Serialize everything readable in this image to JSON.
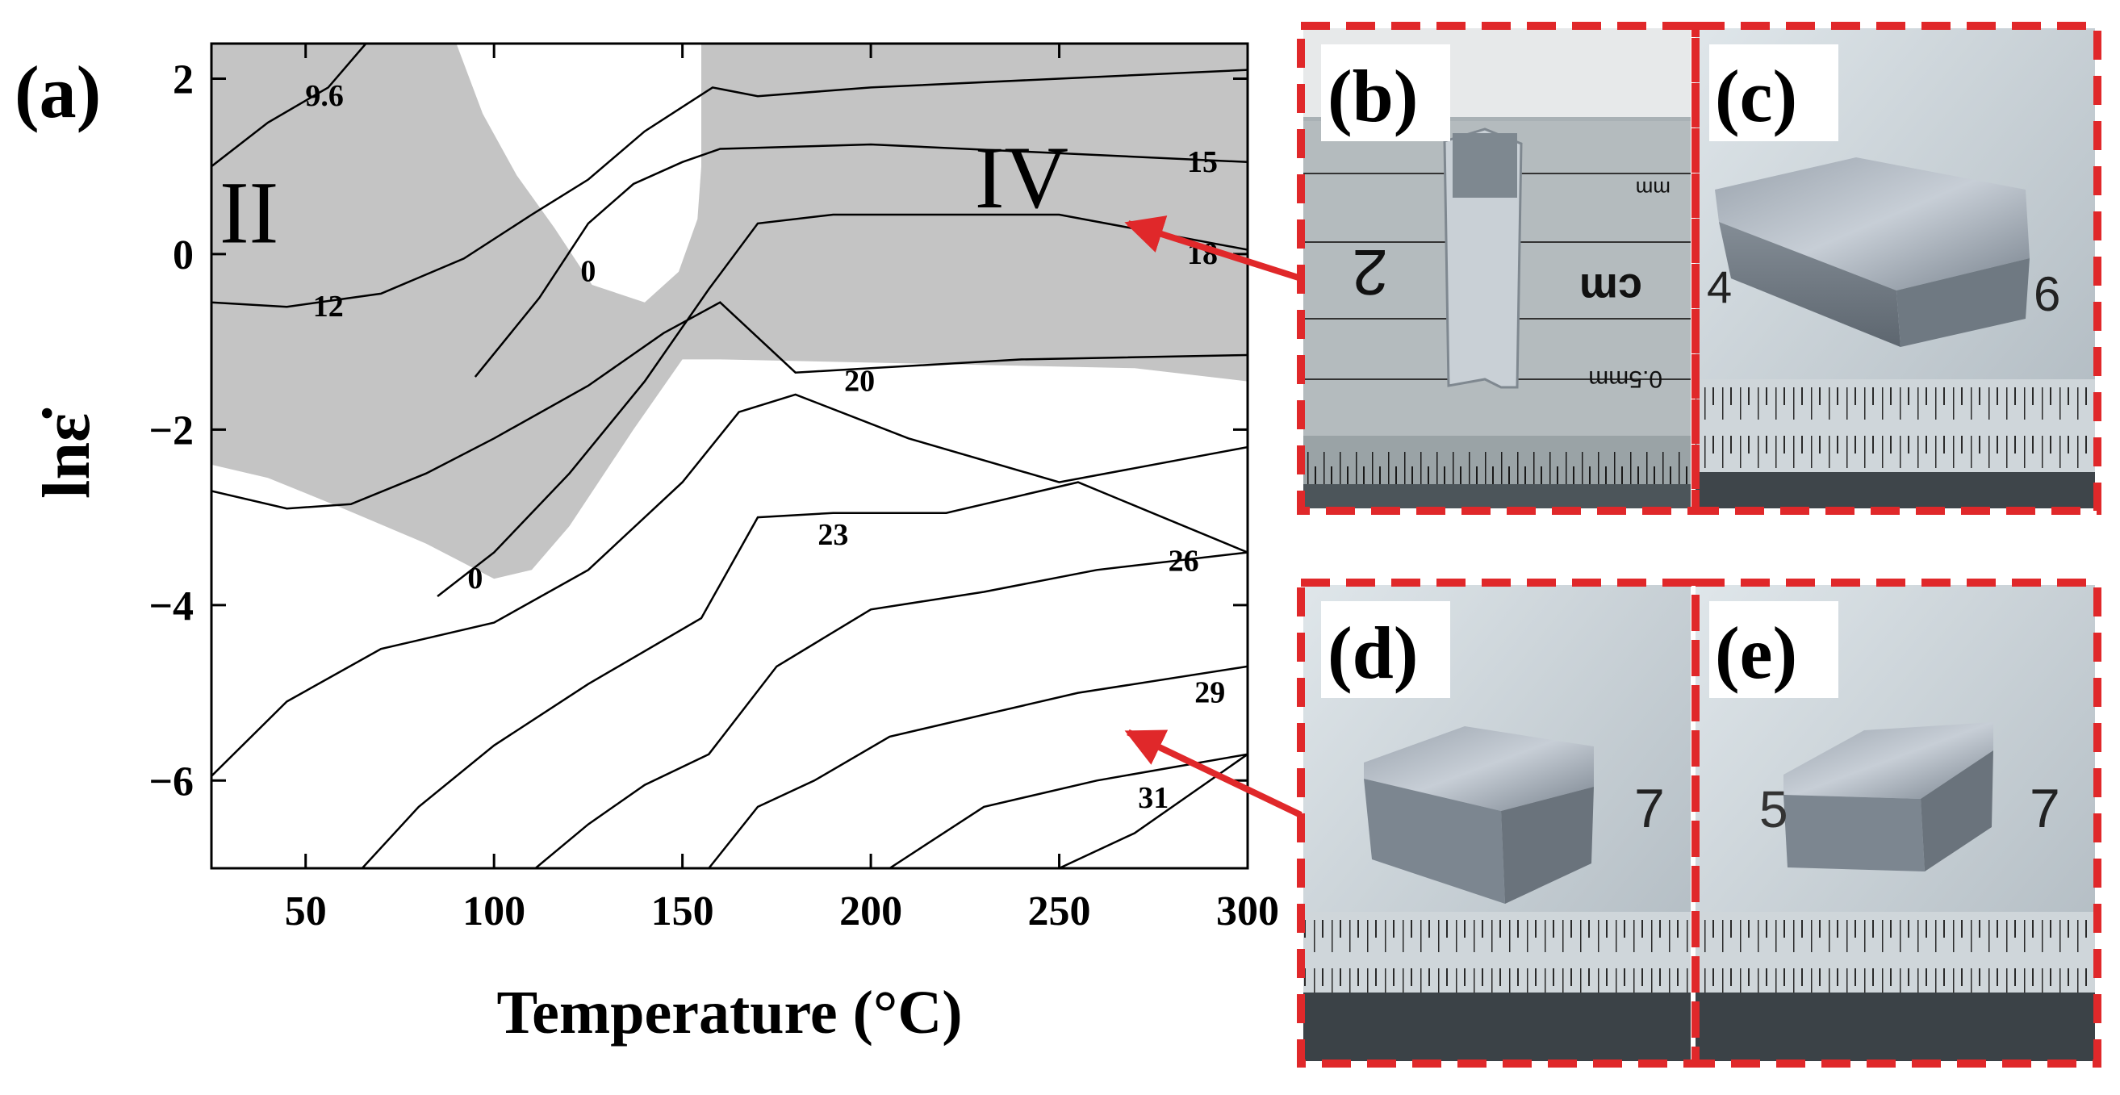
{
  "panel_labels": {
    "a": "(a)",
    "b": "(b)",
    "c": "(c)",
    "d": "(d)",
    "e": "(e)"
  },
  "photo_ruler_text": {
    "b": [
      "2",
      "cm",
      "0.5mm",
      "mm"
    ],
    "c": [
      "4",
      "6"
    ],
    "d": [
      "7"
    ],
    "e": [
      "5",
      "7"
    ]
  },
  "colors": {
    "unstable_region": "#c4c4c4",
    "contour": "#000000",
    "arrow": "#e0282a",
    "frame": "#e0282a"
  },
  "chart_data": {
    "type": "contour",
    "title": "",
    "xlabel": "Temperature (°C)",
    "ylabel": "lnε̇",
    "xlim": [
      25,
      300
    ],
    "ylim": [
      -7,
      2.4
    ],
    "xticks": [
      50,
      100,
      150,
      200,
      250,
      300
    ],
    "yticks": [
      2,
      0,
      -2,
      -4,
      -6
    ],
    "ytick_labels": [
      "2",
      "0",
      "−2",
      "−4",
      "−6"
    ],
    "grid": false,
    "region_labels": [
      {
        "text": "II",
        "x": 35,
        "y": 0.5
      },
      {
        "text": "IV",
        "x": 240,
        "y": 0.9
      }
    ],
    "unstable_regions": [
      {
        "name": "shaded",
        "points": [
          [
            25,
            2.4
          ],
          [
            90,
            2.4
          ],
          [
            97,
            1.6
          ],
          [
            106,
            0.9
          ],
          [
            116,
            0.3
          ],
          [
            126,
            -0.35
          ],
          [
            140,
            -0.55
          ],
          [
            149,
            -0.2
          ],
          [
            154,
            0.4
          ],
          [
            155,
            1.0
          ],
          [
            155,
            2.4
          ],
          [
            300,
            2.4
          ],
          [
            300,
            -1.45
          ],
          [
            270,
            -1.3
          ],
          [
            160,
            -1.2
          ],
          [
            150,
            -1.2
          ],
          [
            137,
            -2.0
          ],
          [
            120,
            -3.1
          ],
          [
            110,
            -3.6
          ],
          [
            100,
            -3.7
          ],
          [
            82,
            -3.3
          ],
          [
            60,
            -2.9
          ],
          [
            40,
            -2.55
          ],
          [
            25,
            -2.4
          ]
        ]
      }
    ],
    "contours": [
      {
        "level": "9.6",
        "label_at": [
          55,
          1.8
        ],
        "points": [
          [
            25,
            1.0
          ],
          [
            40,
            1.5
          ],
          [
            56,
            1.9
          ],
          [
            66,
            2.4
          ]
        ]
      },
      {
        "level": "12",
        "label_at": [
          56,
          -0.6
        ],
        "points": [
          [
            25,
            -0.55
          ],
          [
            45,
            -0.6
          ],
          [
            70,
            -0.45
          ],
          [
            92,
            -0.05
          ],
          [
            110,
            0.45
          ],
          [
            125,
            0.85
          ],
          [
            140,
            1.4
          ],
          [
            158,
            1.9
          ],
          [
            170,
            1.8
          ],
          [
            200,
            1.9
          ],
          [
            250,
            2.0
          ],
          [
            300,
            2.1
          ]
        ]
      },
      {
        "level": "15",
        "label_at": [
          288,
          1.05
        ],
        "points": [
          [
            95,
            -1.4
          ],
          [
            112,
            -0.5
          ],
          [
            125,
            0.35
          ],
          [
            137,
            0.8
          ],
          [
            150,
            1.05
          ],
          [
            160,
            1.2
          ],
          [
            200,
            1.25
          ],
          [
            250,
            1.15
          ],
          [
            300,
            1.05
          ]
        ]
      },
      {
        "level": "0",
        "label_at": [
          125,
          -0.2
        ],
        "points": []
      },
      {
        "level": "18",
        "label_at": [
          288,
          0.0
        ],
        "points": [
          [
            85,
            -3.9
          ],
          [
            100,
            -3.4
          ],
          [
            120,
            -2.5
          ],
          [
            140,
            -1.45
          ],
          [
            157,
            -0.4
          ],
          [
            170,
            0.35
          ],
          [
            190,
            0.45
          ],
          [
            250,
            0.45
          ],
          [
            300,
            0.05
          ]
        ]
      },
      {
        "level": "20",
        "label_at": [
          197,
          -1.45
        ],
        "points": [
          [
            25,
            -2.7
          ],
          [
            45,
            -2.9
          ],
          [
            62,
            -2.85
          ],
          [
            82,
            -2.5
          ],
          [
            100,
            -2.1
          ],
          [
            125,
            -1.5
          ],
          [
            145,
            -0.9
          ],
          [
            160,
            -0.55
          ],
          [
            180,
            -1.35
          ],
          [
            200,
            -1.3
          ],
          [
            240,
            -1.2
          ],
          [
            300,
            -1.15
          ]
        ]
      },
      {
        "level": "23",
        "label_at": [
          190,
          -3.2
        ],
        "points": [
          [
            25,
            -5.95
          ],
          [
            45,
            -5.1
          ],
          [
            70,
            -4.5
          ],
          [
            100,
            -4.2
          ],
          [
            125,
            -3.6
          ],
          [
            150,
            -2.6
          ],
          [
            165,
            -1.8
          ],
          [
            180,
            -1.6
          ],
          [
            210,
            -2.1
          ],
          [
            250,
            -2.6
          ],
          [
            300,
            -2.2
          ]
        ]
      },
      {
        "level": "26",
        "label_at": [
          283,
          -3.5
        ],
        "points": [
          [
            65,
            -7.0
          ],
          [
            80,
            -6.3
          ],
          [
            100,
            -5.6
          ],
          [
            125,
            -4.9
          ],
          [
            155,
            -4.15
          ],
          [
            170,
            -3.0
          ],
          [
            190,
            -2.95
          ],
          [
            220,
            -2.95
          ],
          [
            255,
            -2.6
          ],
          [
            300,
            -3.4
          ]
        ]
      },
      {
        "level": "0",
        "label_at": [
          95,
          -3.7
        ],
        "points": []
      },
      {
        "level": "29",
        "label_at": [
          290,
          -5.0
        ],
        "points": [
          [
            111,
            -7.0
          ],
          [
            125,
            -6.5
          ],
          [
            140,
            -6.05
          ],
          [
            157,
            -5.7
          ],
          [
            175,
            -4.7
          ],
          [
            200,
            -4.05
          ],
          [
            230,
            -3.85
          ],
          [
            260,
            -3.6
          ],
          [
            300,
            -3.4
          ]
        ]
      },
      {
        "level": "31",
        "label_at": [
          275,
          -6.2
        ],
        "points": [
          [
            157,
            -7.0
          ],
          [
            170,
            -6.3
          ],
          [
            185,
            -6.0
          ],
          [
            205,
            -5.5
          ],
          [
            230,
            -5.25
          ],
          [
            255,
            -5.0
          ],
          [
            300,
            -4.7
          ]
        ]
      },
      {
        "level": "",
        "label_at": null,
        "points": [
          [
            205,
            -7.0
          ],
          [
            230,
            -6.3
          ],
          [
            260,
            -6.0
          ],
          [
            300,
            -5.7
          ]
        ]
      },
      {
        "level": "",
        "label_at": null,
        "points": [
          [
            250,
            -7.0
          ],
          [
            270,
            -6.6
          ],
          [
            300,
            -5.7
          ]
        ]
      }
    ],
    "arrows": [
      {
        "from_panel": "b",
        "to": [
          264,
          0.35
        ]
      },
      {
        "from_panel": "d",
        "to": [
          264,
          -5.45
        ]
      }
    ]
  }
}
